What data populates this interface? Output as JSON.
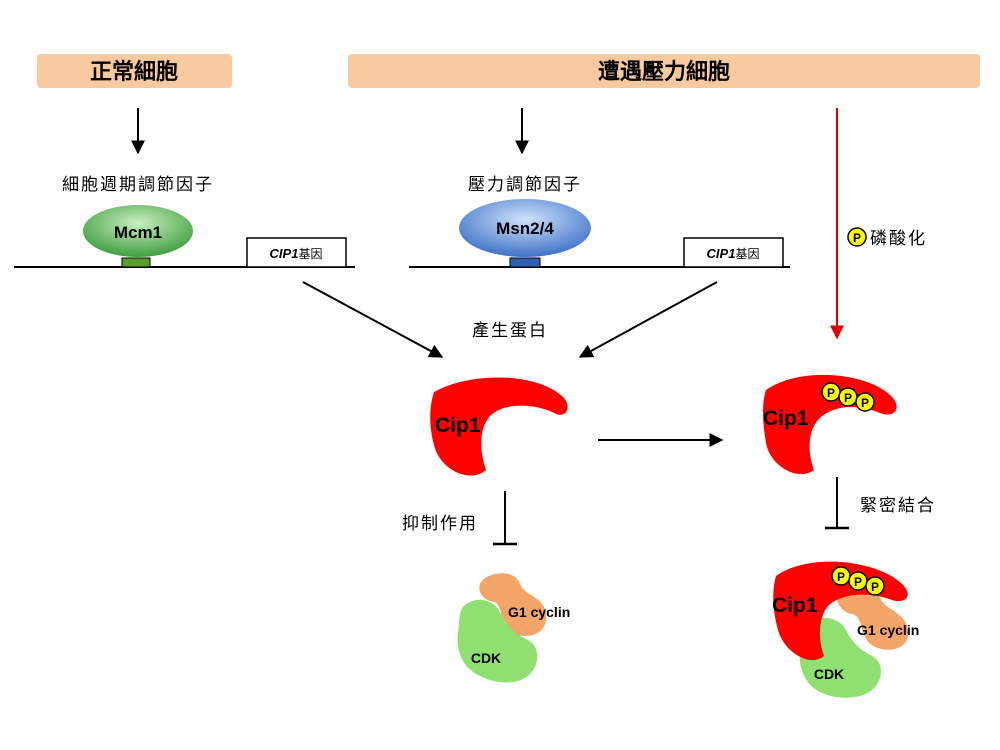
{
  "banners": {
    "normal": "正常細胞",
    "stressed": "遭遇壓力細胞"
  },
  "labels": {
    "cell_cycle_factor": "細胞週期調節因子",
    "stress_factor": "壓力調節因子",
    "protein_production": "產生蛋白",
    "phosphorylation": "磷酸化",
    "inhibition": "抑制作用",
    "tight_binding": "緊密結合"
  },
  "proteins": {
    "mcm1": "Mcm1",
    "msn": "Msn2/4",
    "cip1": "Cip1",
    "g1_cyclin": "G1 cyclin",
    "cdk": "CDK",
    "phospho": "P"
  },
  "genes": {
    "cip1_gene_name": "CIP1",
    "cip1_gene_suffix": "基因"
  },
  "colors": {
    "banner": "#f9c9a0",
    "cip1": "#ff0000",
    "mcm1": "#4cb04c",
    "msn": "#4f7fcf",
    "g1_cyclin": "#f4a56a",
    "cdk": "#8fe070",
    "phospho": "#ffff00",
    "red_arrow": "#e00000"
  }
}
